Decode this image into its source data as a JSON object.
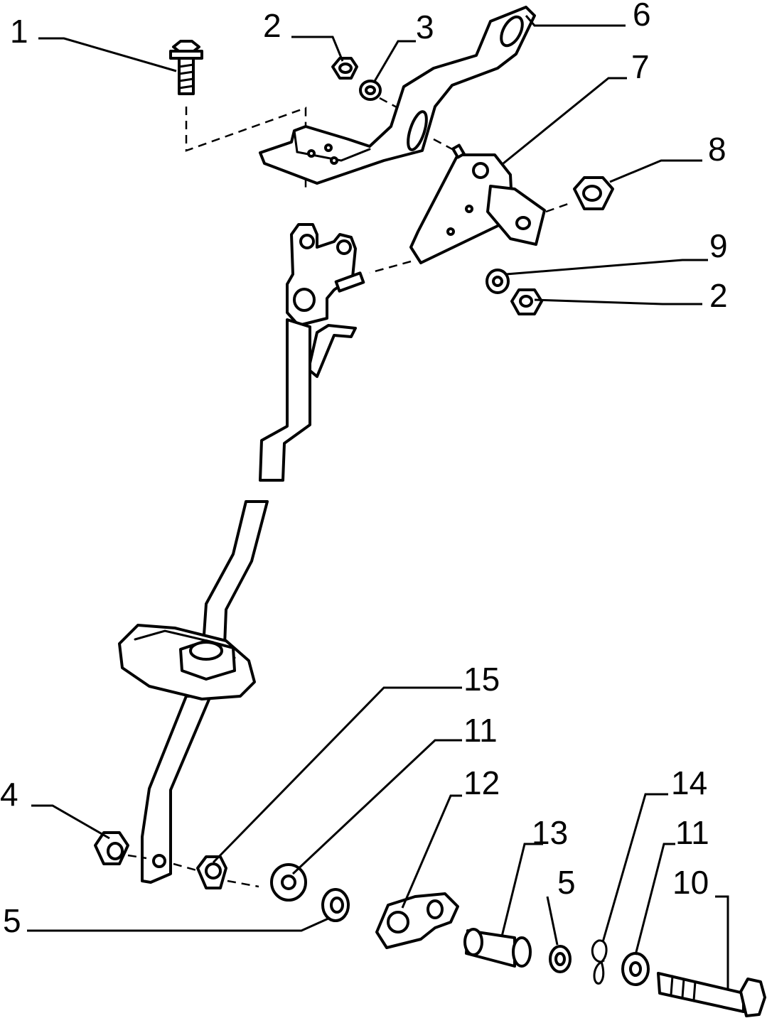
{
  "callouts": [
    {
      "id": "c1",
      "label": "1"
    },
    {
      "id": "c2a",
      "label": "2"
    },
    {
      "id": "c3",
      "label": "3"
    },
    {
      "id": "c6",
      "label": "6"
    },
    {
      "id": "c7",
      "label": "7"
    },
    {
      "id": "c8",
      "label": "8"
    },
    {
      "id": "c9",
      "label": "9"
    },
    {
      "id": "c2b",
      "label": "2"
    },
    {
      "id": "c15",
      "label": "15"
    },
    {
      "id": "c11a",
      "label": "11"
    },
    {
      "id": "c12",
      "label": "12"
    },
    {
      "id": "c4",
      "label": "4"
    },
    {
      "id": "c13",
      "label": "13"
    },
    {
      "id": "c14",
      "label": "14"
    },
    {
      "id": "c11b",
      "label": "11"
    },
    {
      "id": "c5a",
      "label": "5"
    },
    {
      "id": "c10",
      "label": "10"
    },
    {
      "id": "c5b",
      "label": "5"
    }
  ]
}
